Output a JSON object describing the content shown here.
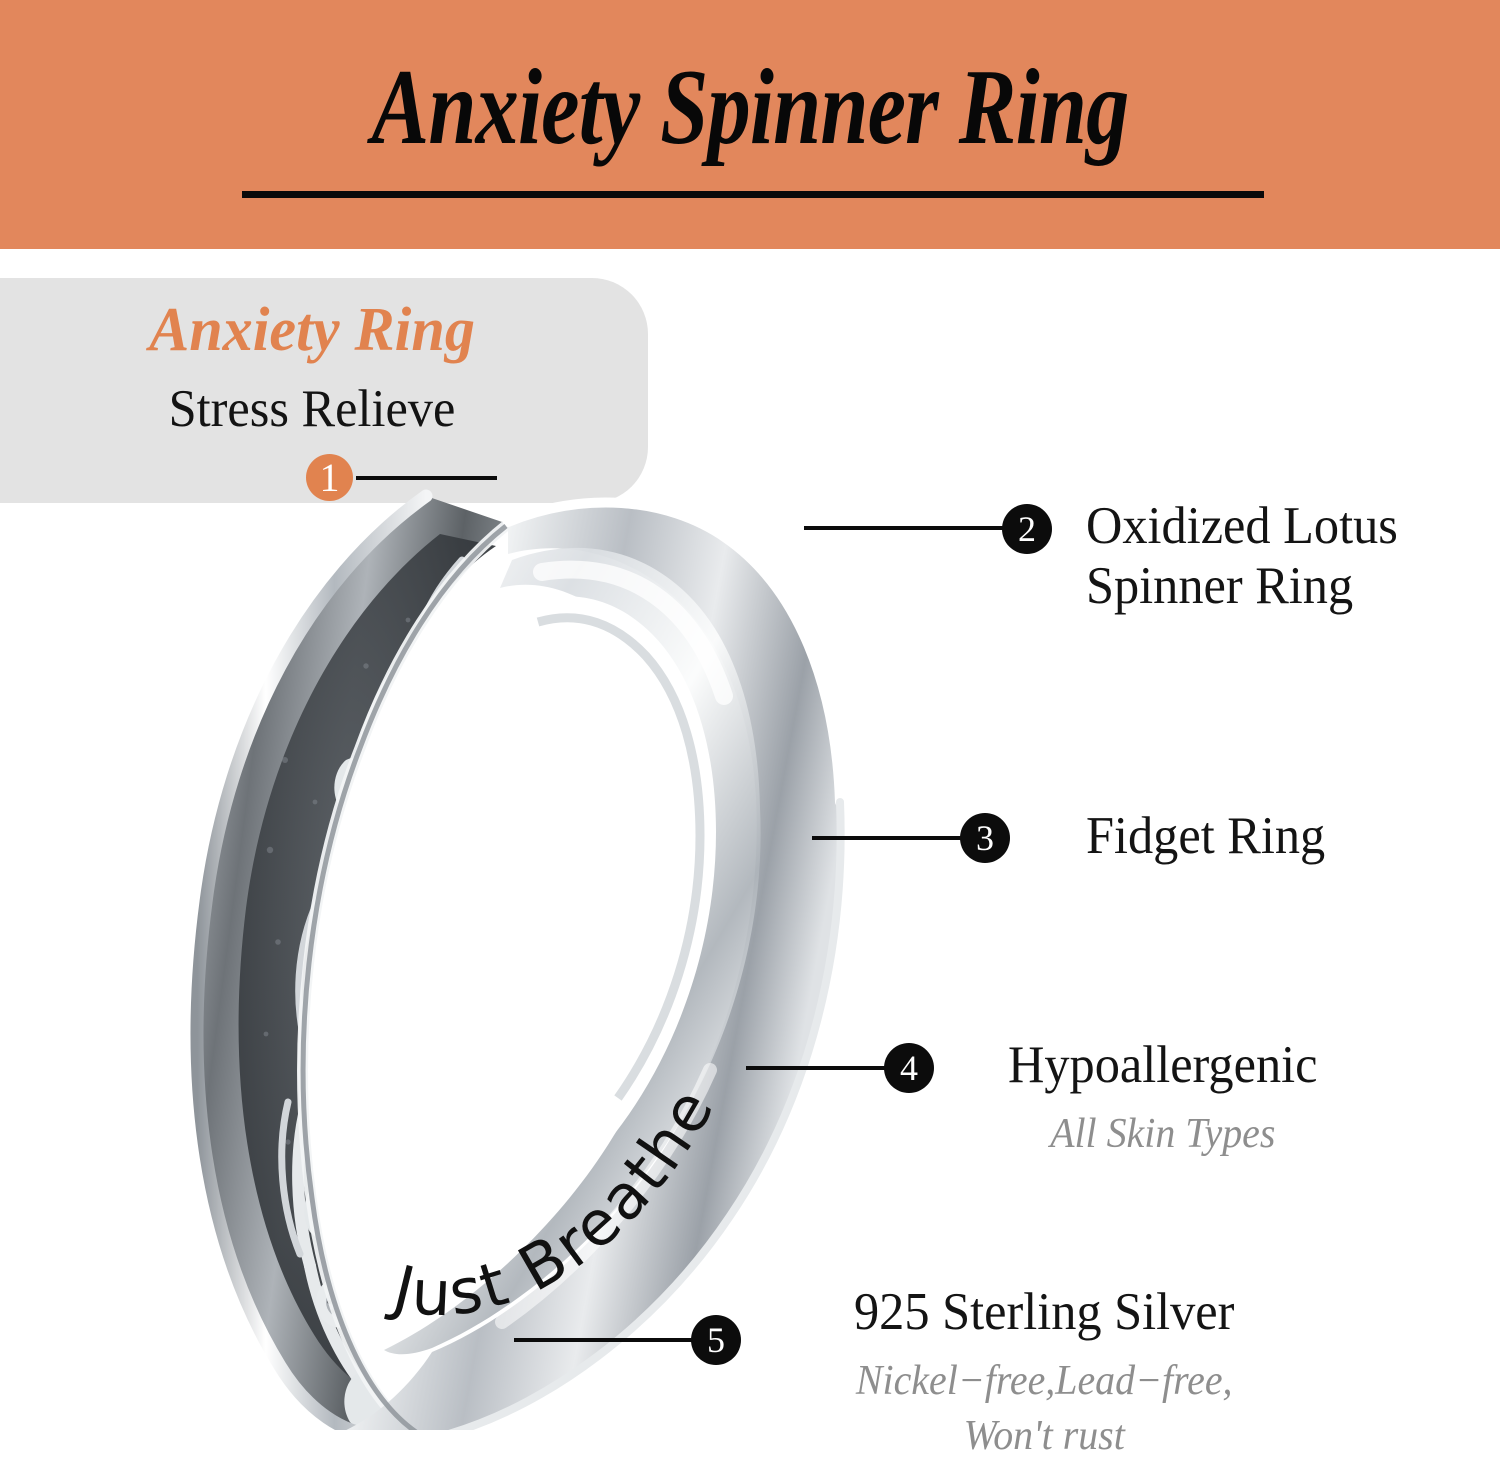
{
  "header": {
    "title": "Anxiety Spinner Ring",
    "band_color": "#e2875c",
    "underline_color": "#0a0a0a"
  },
  "info_panel": {
    "heading": "Anxiety Ring",
    "heading_color": "#e1834f",
    "subheading": "Stress Relieve",
    "panel_color": "#e3e3e3"
  },
  "product": {
    "engraving": "Just Breathe",
    "engraving_word_1": "Just",
    "engraving_word_2": "Breathe",
    "metal_color": "#c9ccd0",
    "oxidized_color": "#4a4e52"
  },
  "callouts": [
    {
      "number": "1",
      "badge_style": "accent",
      "title": "",
      "subtitle": ""
    },
    {
      "number": "2",
      "badge_style": "dark",
      "title_line_1": "Oxidized Lotus",
      "title_line_2": "Spinner Ring"
    },
    {
      "number": "3",
      "badge_style": "dark",
      "title_line_1": "Fidget Ring"
    },
    {
      "number": "4",
      "badge_style": "dark",
      "title_line_1": "Hypoallergenic",
      "subtitle": "All Skin Types"
    },
    {
      "number": "5",
      "badge_style": "dark",
      "title_line_1": "925 Sterling Silver",
      "subtitle_line_1": "Nickel−free,Lead−free,",
      "subtitle_line_2": "Won't rust"
    }
  ]
}
